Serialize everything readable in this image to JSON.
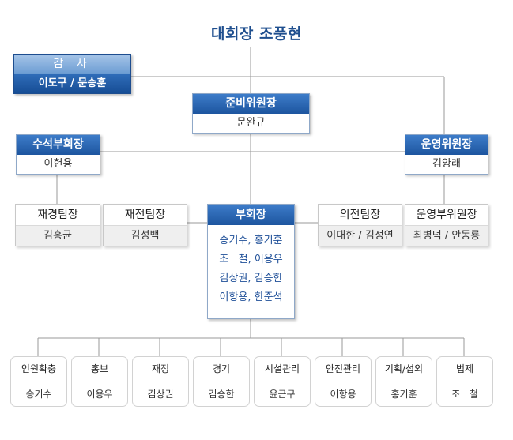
{
  "president": "대회장 조풍현",
  "audit": {
    "title": "감 사",
    "names": "이도구 / 문승훈"
  },
  "prep_chair": {
    "title": "준비위원장",
    "name": "문완규"
  },
  "senior_vice": {
    "title": "수석부회장",
    "name": "이헌용"
  },
  "ops_chair": {
    "title": "운영위원장",
    "name": "김양래"
  },
  "vice": {
    "title": "부회장",
    "members": [
      "송기수, 홍기훈",
      "조   철, 이용우",
      "김상권, 김승한",
      "이항용, 한준석"
    ]
  },
  "teams": [
    {
      "title": "재경팀장",
      "name": "김홍균"
    },
    {
      "title": "재전팀장",
      "name": "김성백"
    },
    {
      "title": "의전팀장",
      "name": "이대한 / 김정연"
    },
    {
      "title": "운영부위원장",
      "name": "최병덕 / 안동룡"
    }
  ],
  "depts": [
    {
      "title": "인원확충",
      "name": "송기수"
    },
    {
      "title": "홍보",
      "name": "이용우"
    },
    {
      "title": "재정",
      "name": "김상권"
    },
    {
      "title": "경기",
      "name": "김승한"
    },
    {
      "title": "시설관리",
      "name": "윤근구"
    },
    {
      "title": "안전관리",
      "name": "이항용"
    },
    {
      "title": "기획/섭외",
      "name": "홍기훈"
    },
    {
      "title": "법제",
      "name": "조   철"
    }
  ]
}
